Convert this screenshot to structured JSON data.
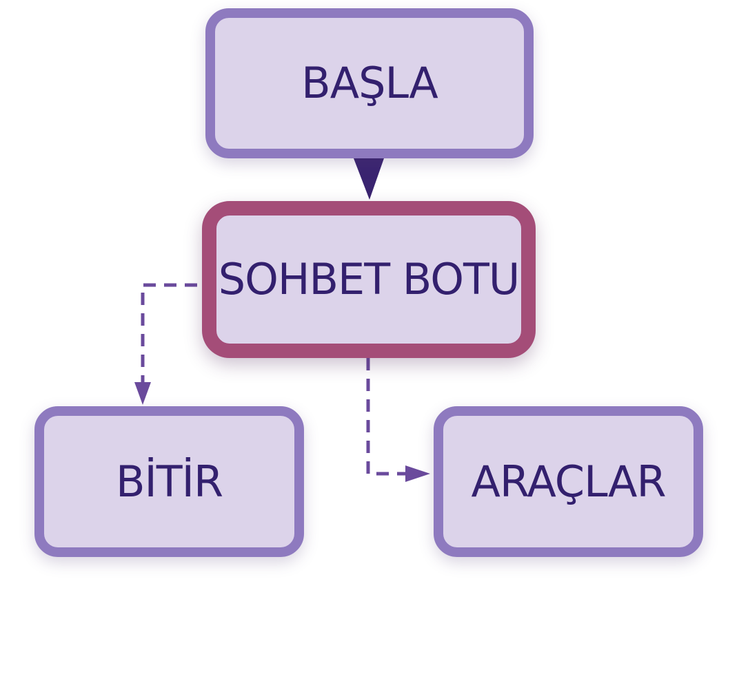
{
  "nodes": {
    "start": {
      "label": "BAŞLA"
    },
    "chatbot": {
      "label": "SOHBET BOTU"
    },
    "end": {
      "label": "BİTİR"
    },
    "tools": {
      "label": "ARAÇLAR"
    }
  },
  "colors": {
    "node_fill": "#dcd3ea",
    "node_border": "#8e7abf",
    "highlight_border": "#a44d78",
    "text": "#33206e",
    "edge": "#6a4a9c",
    "solid_arrow": "#3a2470"
  },
  "edges": [
    {
      "from": "start",
      "to": "chatbot",
      "style": "solid"
    },
    {
      "from": "chatbot",
      "to": "end",
      "style": "dashed"
    },
    {
      "from": "chatbot",
      "to": "tools",
      "style": "dashed"
    }
  ]
}
